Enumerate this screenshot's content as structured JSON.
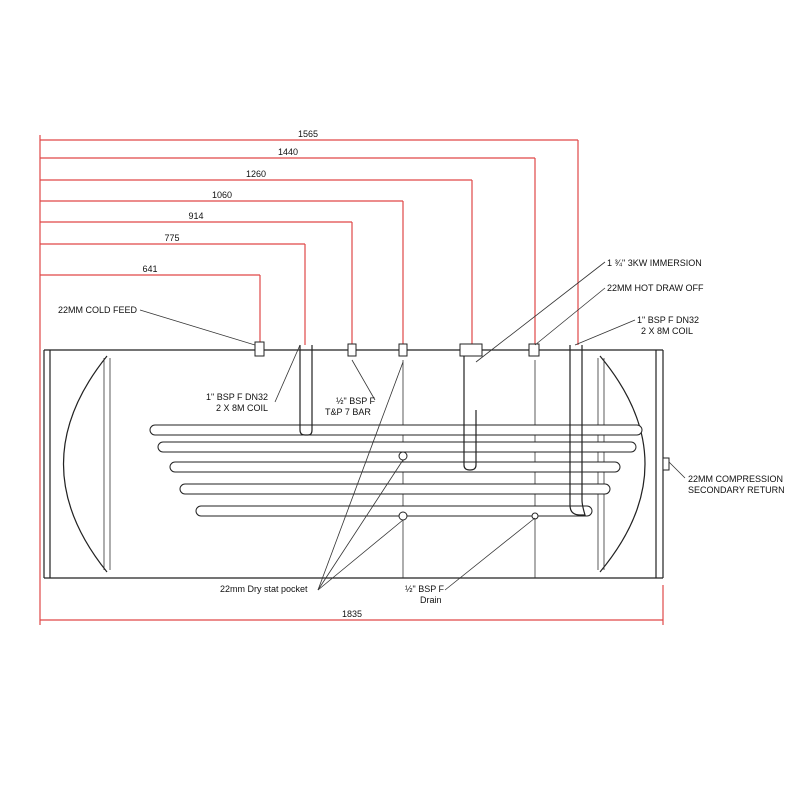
{
  "dimensions": {
    "d1565": "1565",
    "d1440": "1440",
    "d1260": "1260",
    "d1060": "1060",
    "d914": "914",
    "d775": "775",
    "d641": "641",
    "d1835": "1835"
  },
  "labels": {
    "cold_feed": "22MM COLD FEED",
    "immersion": "1 ¾\" 3KW IMMERSION",
    "hot_draw_off": "22MM HOT DRAW OFF",
    "coil_right_1": "1\" BSP F DN32",
    "coil_right_2": "2 X 8M COIL",
    "coil_left_1": "1\" BSP F DN32",
    "coil_left_2": "2 X 8M COIL",
    "tp_1": "½\" BSP F",
    "tp_2": "T&P 7 BAR",
    "compression_1": "22MM COMPRESSION",
    "compression_2": "SECONDARY RETURN",
    "dry_stat": "22mm Dry stat pocket",
    "drain_1": "½\" BSP F",
    "drain_2": "Drain"
  },
  "colors": {
    "dimension": "#e04848",
    "outline": "#222222"
  }
}
